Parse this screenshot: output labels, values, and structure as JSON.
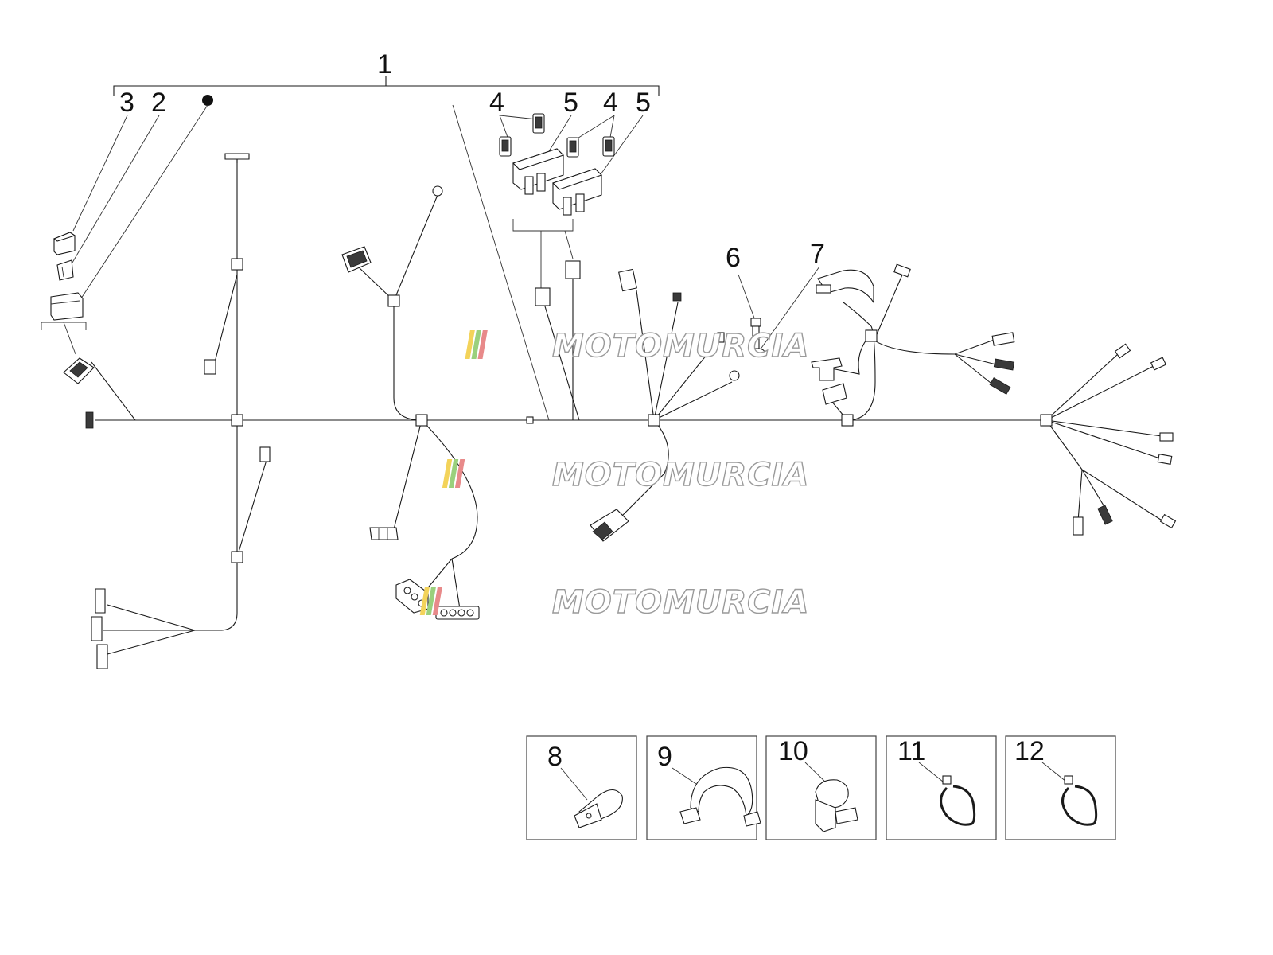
{
  "diagram": {
    "callouts": {
      "c1": "1",
      "c2": "2",
      "c3": "3",
      "c4a": "4",
      "c4b": "4",
      "c5a": "5",
      "c5b": "5",
      "c6": "6",
      "c7": "7",
      "c8": "8",
      "c9": "9",
      "c10": "10",
      "c11": "11",
      "c12": "12"
    },
    "watermark": "MOTOMURCIA",
    "accessory_boxes": [
      "8",
      "9",
      "10",
      "11",
      "12"
    ]
  }
}
